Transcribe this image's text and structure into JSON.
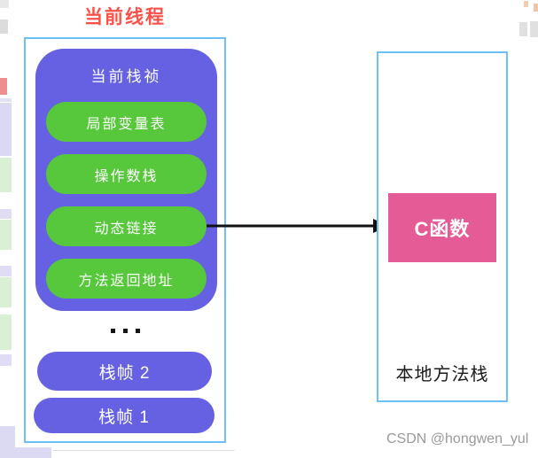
{
  "title": "当前线程",
  "thread_stack": {
    "current_frame": {
      "header": "当前栈祯",
      "items": [
        "局部变量表",
        "操作数栈",
        "动态链接",
        "方法返回地址"
      ]
    },
    "ellipsis": "...",
    "other_frames": [
      "栈帧 2",
      "栈帧 1"
    ]
  },
  "native_stack": {
    "c_function": "C函数",
    "label": "本地方法栈"
  },
  "watermark": "CSDN @hongwen_yul",
  "colors": {
    "title_red": "#fb5149",
    "box_border_blue": "#6cc0f5",
    "frame_purple": "#6561e2",
    "item_green": "#57c73c",
    "c_function_pink": "#e55b95",
    "arrow_black": "#111111",
    "watermark_gray": "#9a9a9a"
  }
}
